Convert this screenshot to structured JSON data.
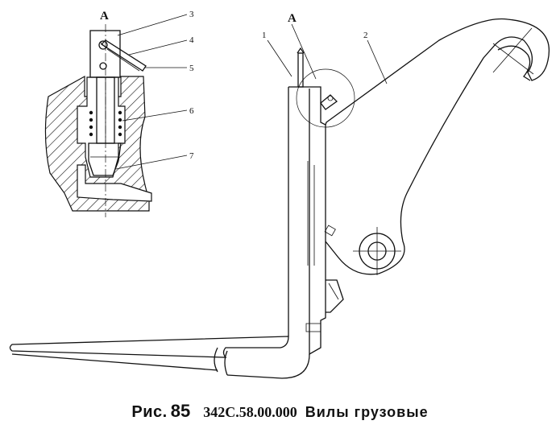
{
  "caption": {
    "figure_word": "Рис.",
    "figure_number": "85",
    "part_code": "342С.58.00.000",
    "title": "Вилы грузовые"
  },
  "view_labels": {
    "detail": "A",
    "main": "A"
  },
  "callouts": {
    "detail": [
      "3",
      "4",
      "5",
      "6",
      "7"
    ],
    "main": [
      "1",
      "2"
    ]
  }
}
